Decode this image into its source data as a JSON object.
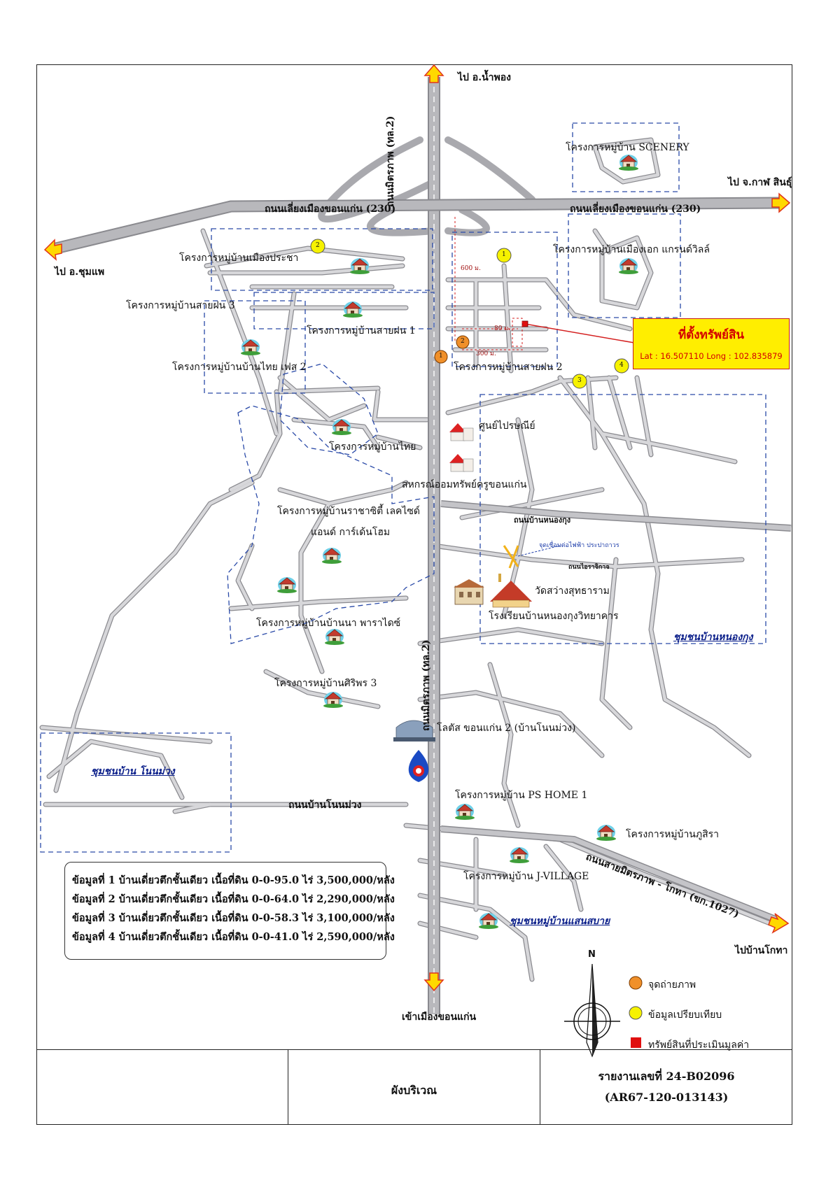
{
  "directions": {
    "north": "ไป อ.น้ำพอง",
    "south": "เข้าเมืองขอนแก่น",
    "east": "ไป จ.กาฬ สินธุ์",
    "west": "ไป อ.ชุมแพ",
    "southeast": "ไปบ้านโกทา"
  },
  "roads": {
    "mittraphap_north": "ถนนมิตรภาพ (ทล.2)",
    "mittraphap_south": "ถนนมิตรภาพ (ทล.2)",
    "bypass_west": "ถนนเลี่ยงเมืองขอนแก่น (230)",
    "bypass_east": "ถนนเลี่ยงเมืองขอนแก่น (230)",
    "nong_kung_rd": "ถนนบ้านหนองกุง",
    "non_muang_rd": "ถนนบ้านโนนม่วง",
    "kotha_rd": "ถนนสายมิตรภาพ - โกทา (ขก.1027)",
    "small_rd": "ถนนไอราจิกาจ"
  },
  "places": {
    "scenery": "โครงการหมู่บ้าน SCENERY",
    "muang_pracha": "โครงการหมู่บ้านเมืองประชา",
    "muang_ek": "โครงการหมู่บ้านเมืองเอก แกรนด์วิลล์",
    "saifon3": "โครงการหมู่บ้านสายฝน 3",
    "saifon1": "โครงการหมู่บ้านสายฝน 1",
    "saifon2": "โครงการหมู่บ้านสายฝน 2",
    "thai_phase2": "โครงการหมู่บ้านบ้านไทย เฟส 2",
    "thai": "โครงการหมู่บ้านไทย",
    "post": "ศูนย์ไปรษณีย์",
    "coop": "สหกรณ์ออมทรัพย์ครูขอนแก่น",
    "ratchasiti": "โครงการหมู่บ้านราชาซิตี้ เลคไซด์",
    "garden_home": "แอนด์ การ์เด้นโฮม",
    "water_point": "จุดเชื่อมต่อไฟฟ้า ประปาถาวร",
    "temple": "วัดสว่างสุทธาราม",
    "school": "โรงเรียนบ้านหนองกุงวิทยาคาร",
    "ban_na": "โครงการหมู่บ้านบ้านนา พาราไดซ์",
    "nong_kung_comm": "ชุมชนบ้านหนองกุง",
    "siriporn3": "โครงการหมู่บ้านศิริพร 3",
    "lotus": "โลตัส ขอนแก่น 2 (บ้านโนนม่วง)",
    "non_muang_comm": "ชุมชนบ้าน โนนม่วง",
    "ps_home": "โครงการหมู่บ้าน PS HOME 1",
    "phusira": "โครงการหมู่บ้านภูสิรา",
    "j_village": "โครงการหมู่บ้าน J-VILLAGE",
    "saensabai": "ชุมชนหมู่บ้านแสนสบาย"
  },
  "dimensions": {
    "d600": "600 ม.",
    "d300": "300 ม.",
    "d80": "80 ม."
  },
  "markers": {
    "photo": [
      "1",
      "2"
    ],
    "compare": [
      "1",
      "2",
      "3",
      "4"
    ]
  },
  "property": {
    "title": "ที่ตั้งทรัพย์สิน",
    "coords": "Lat : 16.507110 Long : 102.835879"
  },
  "comparables": [
    "ข้อมูลที่ 1 บ้านเดี่ยวตึกชั้นเดียว เนื้อที่ดิน 0-0-95.0 ไร่ 3,500,000/หลัง",
    "ข้อมูลที่ 2 บ้านเดี่ยวตึกชั้นเดียว เนื้อที่ดิน 0-0-64.0 ไร่ 2,290,000/หลัง",
    "ข้อมูลที่ 3 บ้านเดี่ยวตึกชั้นเดียว เนื้อที่ดิน 0-0-58.3 ไร่ 3,100,000/หลัง",
    "ข้อมูลที่ 4 บ้านเดี่ยวตึกชั้นเดียว เนื้อที่ดิน 0-0-41.0 ไร่ 2,590,000/หลัง"
  ],
  "legend": {
    "north": "N",
    "photo_point": "จุดถ่ายภาพ",
    "comparison": "ข้อมูลเปรียบเทียบ",
    "subject": "ทรัพย์สินที่ประเมินมูลค่า"
  },
  "colors": {
    "road": "#b4b4b8",
    "road_edge": "#8a8a8f",
    "highway": "#a9a9ae",
    "dash_box": "#2a4aa8",
    "arrow": "#ffd800",
    "arrow_edge": "#e0341a",
    "photo_marker": "#f0902a",
    "compare_marker": "#f6f200",
    "subject": "#e01010"
  },
  "footer": {
    "caption": "ผังบริเวณ",
    "report_no": "รายงานเลขที่ 24-B02096",
    "ref": "(AR67-120-013143)"
  }
}
